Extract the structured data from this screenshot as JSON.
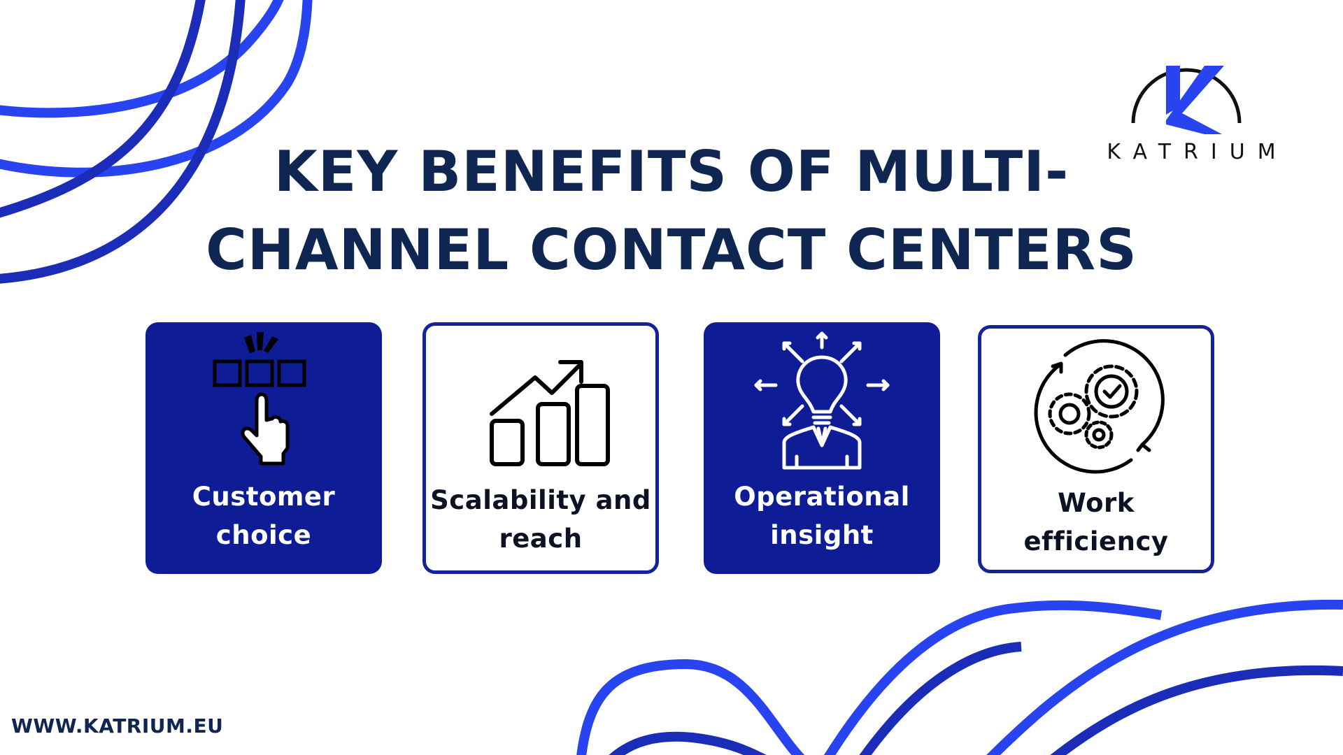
{
  "title": {
    "line1": "KEY BENEFITS OF MULTI-",
    "line2": "CHANNEL CONTACT CENTERS"
  },
  "logo": {
    "mark": "K",
    "wordmark": "KATRIUM"
  },
  "cards": [
    {
      "label_line1": "Customer",
      "label_line2": "choice",
      "icon": "hand-pointer-choice-icon",
      "style": "filled"
    },
    {
      "label_line1": "Scalability and",
      "label_line2": "reach",
      "icon": "bar-chart-growth-icon",
      "style": "outlined"
    },
    {
      "label_line1": "Operational",
      "label_line2": "insight",
      "icon": "lightbulb-person-icon",
      "style": "filled"
    },
    {
      "label_line1": "Work",
      "label_line2": "efficiency",
      "icon": "gears-cycle-icon",
      "style": "outlined"
    }
  ],
  "footer": {
    "website": "WWW.KATRIUM.EU"
  },
  "colors": {
    "navy_text": "#0f2552",
    "card_fill": "#0e1d96",
    "card_border": "#14239a",
    "accent_bright": "#2744f0",
    "accent_dark": "#1a2cb8"
  }
}
